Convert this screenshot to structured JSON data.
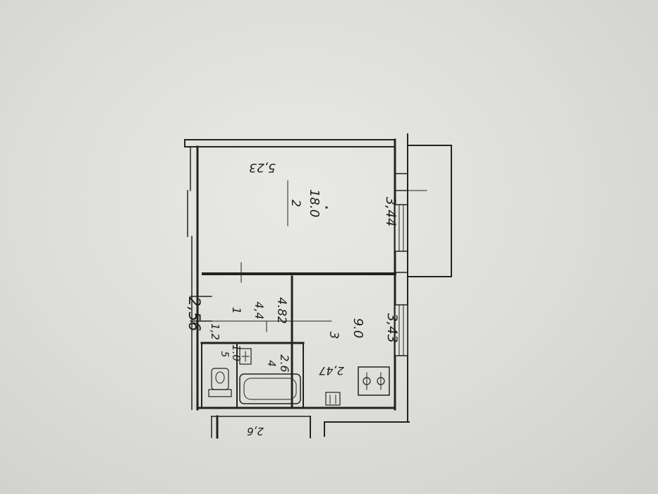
{
  "rooms": [
    {
      "number": "2",
      "area": "18.0",
      "length": "5,23",
      "width": "3,44"
    },
    {
      "number": "1",
      "area": "4.82",
      "length": "4,4"
    },
    {
      "number": "3",
      "area": "9.0",
      "length": "3,43",
      "width": "2,47"
    },
    {
      "number": "4",
      "area": "2.6"
    },
    {
      "number": "5",
      "area": "1.0",
      "length": "1,2"
    }
  ],
  "dimensions": {
    "ceiling_height": "2,56",
    "lower_area": "2,6"
  },
  "colors": {
    "ink": "#1e1e1e",
    "paper": "#e2e2df"
  }
}
